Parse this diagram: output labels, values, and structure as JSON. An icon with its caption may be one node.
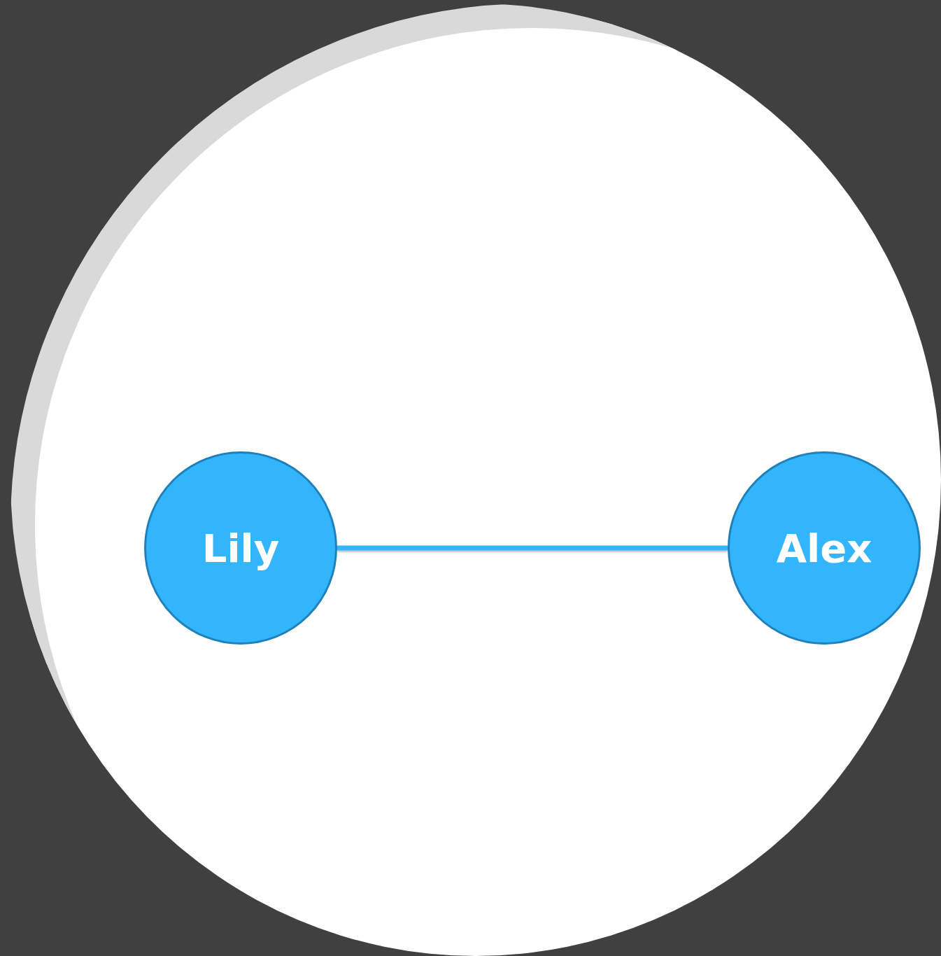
{
  "diagram": {
    "nodes": [
      {
        "text": [],
        "shape": "circle"
      },
      {
        "text": [
          "Lily"
        ],
        "in": 0
      },
      {
        "text": [
          "Alex"
        ],
        "in": 0
      }
    ],
    "edges": [
      {
        "from": 1,
        "to": 2,
        "arrow": "none"
      }
    ]
  }
}
